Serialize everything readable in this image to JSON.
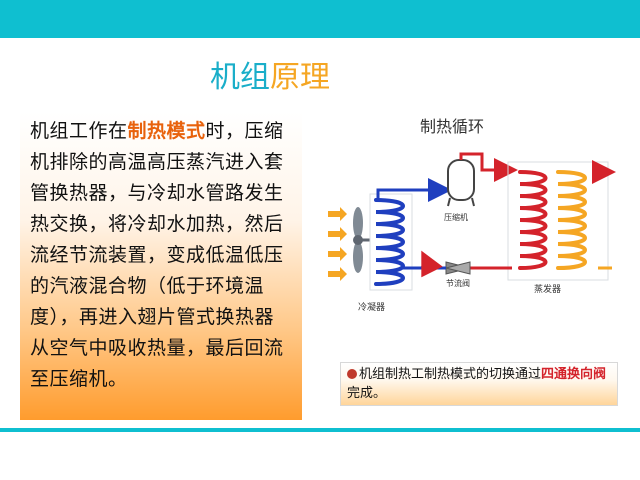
{
  "header": {
    "bar_color": "#0fbfd0"
  },
  "title": {
    "part1": "机组",
    "part2": "原理",
    "color1": "#1aaec9",
    "color2": "#f5a623"
  },
  "description": {
    "seg1": "机组工作在",
    "highlight": "制热模式",
    "seg2": "时，压缩机排除的高温高压蒸汽进入套管换热器，与冷却水管路发生热交换，将冷却水加热，然后流经节流装置，变成低温低压的汽液混合物（低于环境温度），再进入翅片管式换热器从空气中吸收热量，最后回流至压缩机。"
  },
  "diagram": {
    "title": "制热循环",
    "compressor_label": "压缩机",
    "expansion_valve_label": "节流阀",
    "condenser_label": "冷凝器",
    "evaporator_label": "蒸发器"
  },
  "note": {
    "seg1": "机组制热工制热模式的切换通过",
    "highlight": "四通换向阀",
    "seg2": "完成。"
  }
}
